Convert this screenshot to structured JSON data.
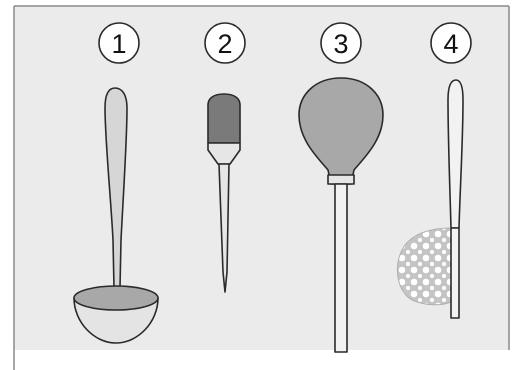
{
  "labels": {
    "tool1": "1",
    "tool2": "2",
    "tool3": "3",
    "tool4": "4"
  },
  "tools": [
    {
      "icon": "ladle-icon"
    },
    {
      "icon": "dropper-icon"
    },
    {
      "icon": "baster-bulb-icon"
    },
    {
      "icon": "skimmer-strainer-icon"
    }
  ],
  "colors": {
    "panel_bg": "#ebebeb",
    "panel_border": "#8a8a8a",
    "outline": "#2a2a2a",
    "light_metal": "#d6d6d6",
    "dark_bulb": "#7a7a7a",
    "medium_bulb": "#a8a8a8",
    "mesh": "#b9b9b9"
  }
}
